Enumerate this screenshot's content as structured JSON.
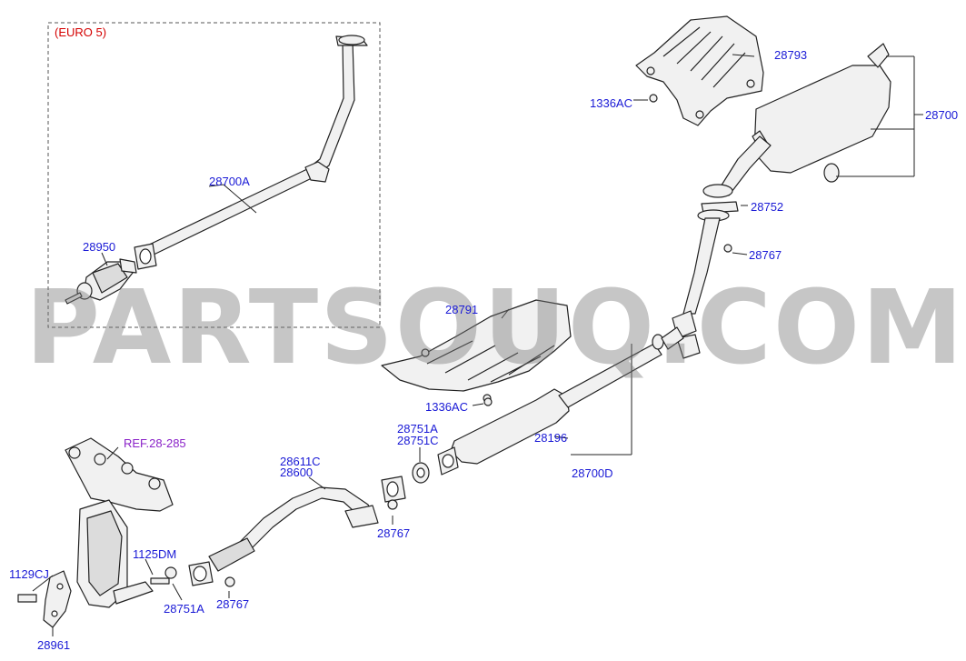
{
  "watermark": "PARTSOUQ.COM",
  "group_label": "(EURO 5)",
  "ref_label": "REF.28-285",
  "labels": {
    "p28700A": "28700A",
    "p28950": "28950",
    "p28793": "28793",
    "p1336AC_top": "1336AC",
    "p28700": "28700",
    "p28752": "28752",
    "p28767_right": "28767",
    "p28791": "28791",
    "p1336AC_mid": "1336AC",
    "p28751A_top": "28751A",
    "p28751C": "28751C",
    "p28196": "28196",
    "p28700D": "28700D",
    "p28611C": "28611C",
    "p28600": "28600",
    "p28767_mid": "28767",
    "p1125DM": "1125DM",
    "p1129CJ": "1129CJ",
    "p28751A_bottom": "28751A",
    "p28767_bottom": "28767",
    "p28961": "28961"
  },
  "colors": {
    "label_part": "#1a1ad6",
    "label_ref": "#8a22c8",
    "label_group": "#d40000",
    "line": "#222222"
  }
}
